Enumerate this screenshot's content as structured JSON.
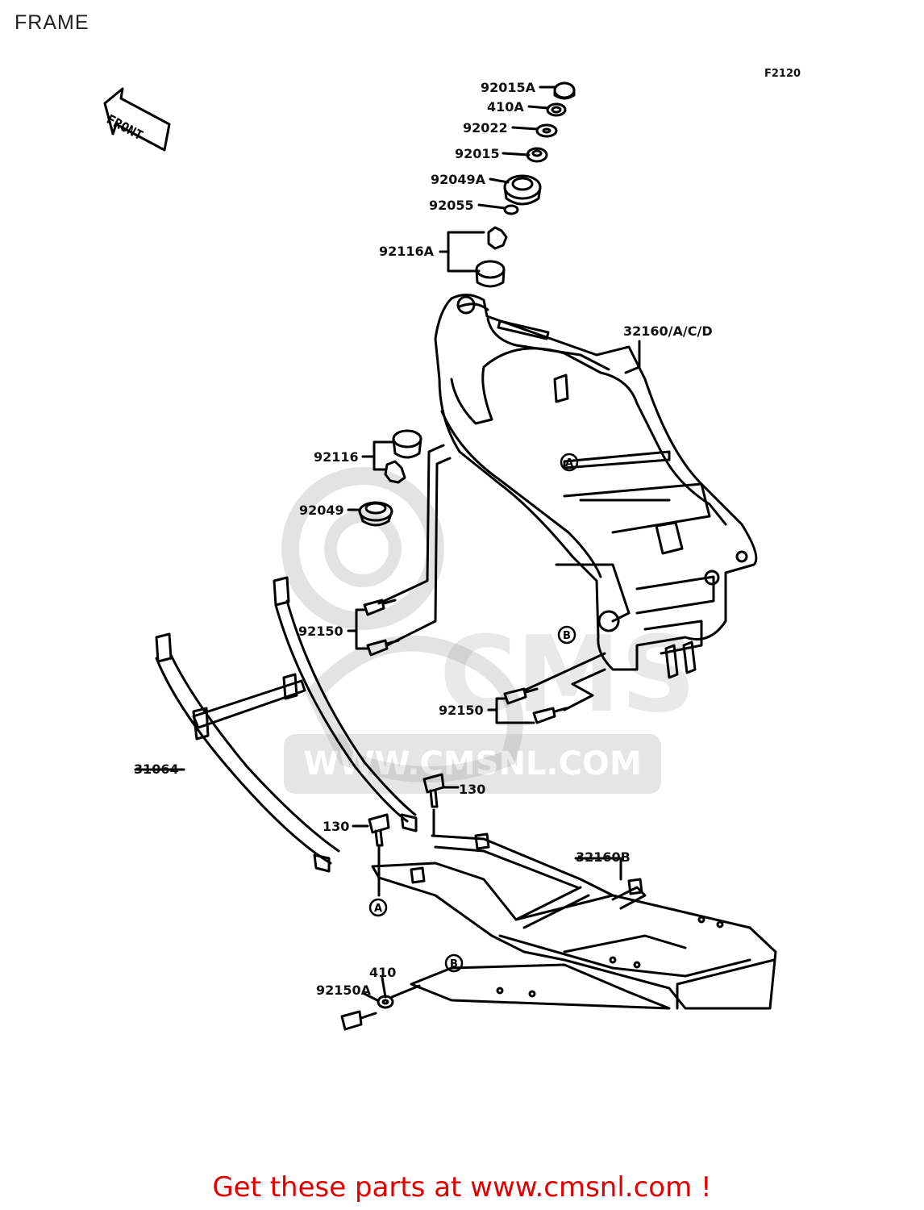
{
  "page": {
    "title": "FRAME",
    "diagram_code": "F2120"
  },
  "watermark": {
    "site": "WWW.CMSNL.COM",
    "brand": "CMS"
  },
  "front_arrow": {
    "label": "FRONT"
  },
  "parts": {
    "p92015A": "92015A",
    "p410A": "410A",
    "p92022": "92022",
    "p92015": "92015",
    "p92049A": "92049A",
    "p92055": "92055",
    "p92116A": "92116A",
    "p32160": "32160/A/C/D",
    "p92116": "92116",
    "p92049": "92049",
    "p92150_left": "92150",
    "p92150_right": "92150",
    "p31064": "31064",
    "p130_right": "130",
    "p130_left": "130",
    "p32160B": "32160B",
    "p410": "410",
    "p92150A": "92150A"
  },
  "callouts": {
    "a": "A",
    "b": "B"
  },
  "footer": "Get these parts at www.cmsnl.com !"
}
